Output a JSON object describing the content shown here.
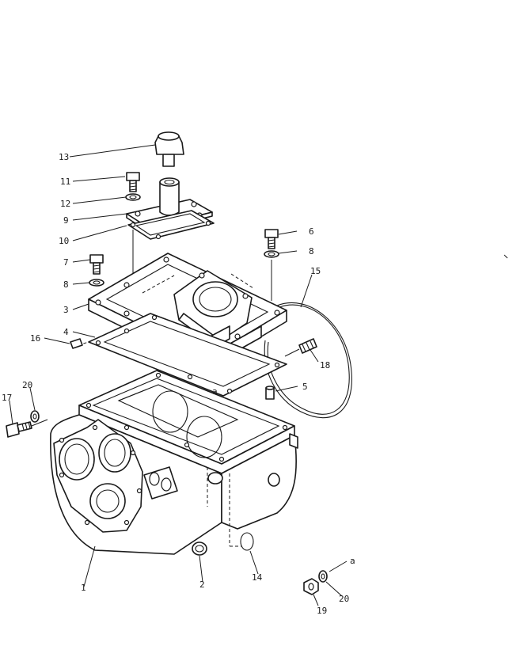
{
  "callouts": [
    {
      "id": "c13",
      "text": "13"
    },
    {
      "id": "c11",
      "text": "11"
    },
    {
      "id": "c12",
      "text": "12"
    },
    {
      "id": "c9",
      "text": "9"
    },
    {
      "id": "c10",
      "text": "10"
    },
    {
      "id": "c6",
      "text": "6"
    },
    {
      "id": "c8r",
      "text": "8"
    },
    {
      "id": "c7",
      "text": "7"
    },
    {
      "id": "c8l",
      "text": "8"
    },
    {
      "id": "c15",
      "text": "15"
    },
    {
      "id": "c3",
      "text": "3"
    },
    {
      "id": "c4",
      "text": "4"
    },
    {
      "id": "c16",
      "text": "16"
    },
    {
      "id": "c18",
      "text": "18"
    },
    {
      "id": "ca1",
      "text": "a"
    },
    {
      "id": "c5",
      "text": "5"
    },
    {
      "id": "c20l",
      "text": "20"
    },
    {
      "id": "c17",
      "text": "17"
    },
    {
      "id": "c1",
      "text": "1"
    },
    {
      "id": "c2",
      "text": "2"
    },
    {
      "id": "c14",
      "text": "14"
    },
    {
      "id": "ca2",
      "text": "a"
    },
    {
      "id": "c19",
      "text": "19"
    },
    {
      "id": "c20r",
      "text": "20"
    }
  ]
}
